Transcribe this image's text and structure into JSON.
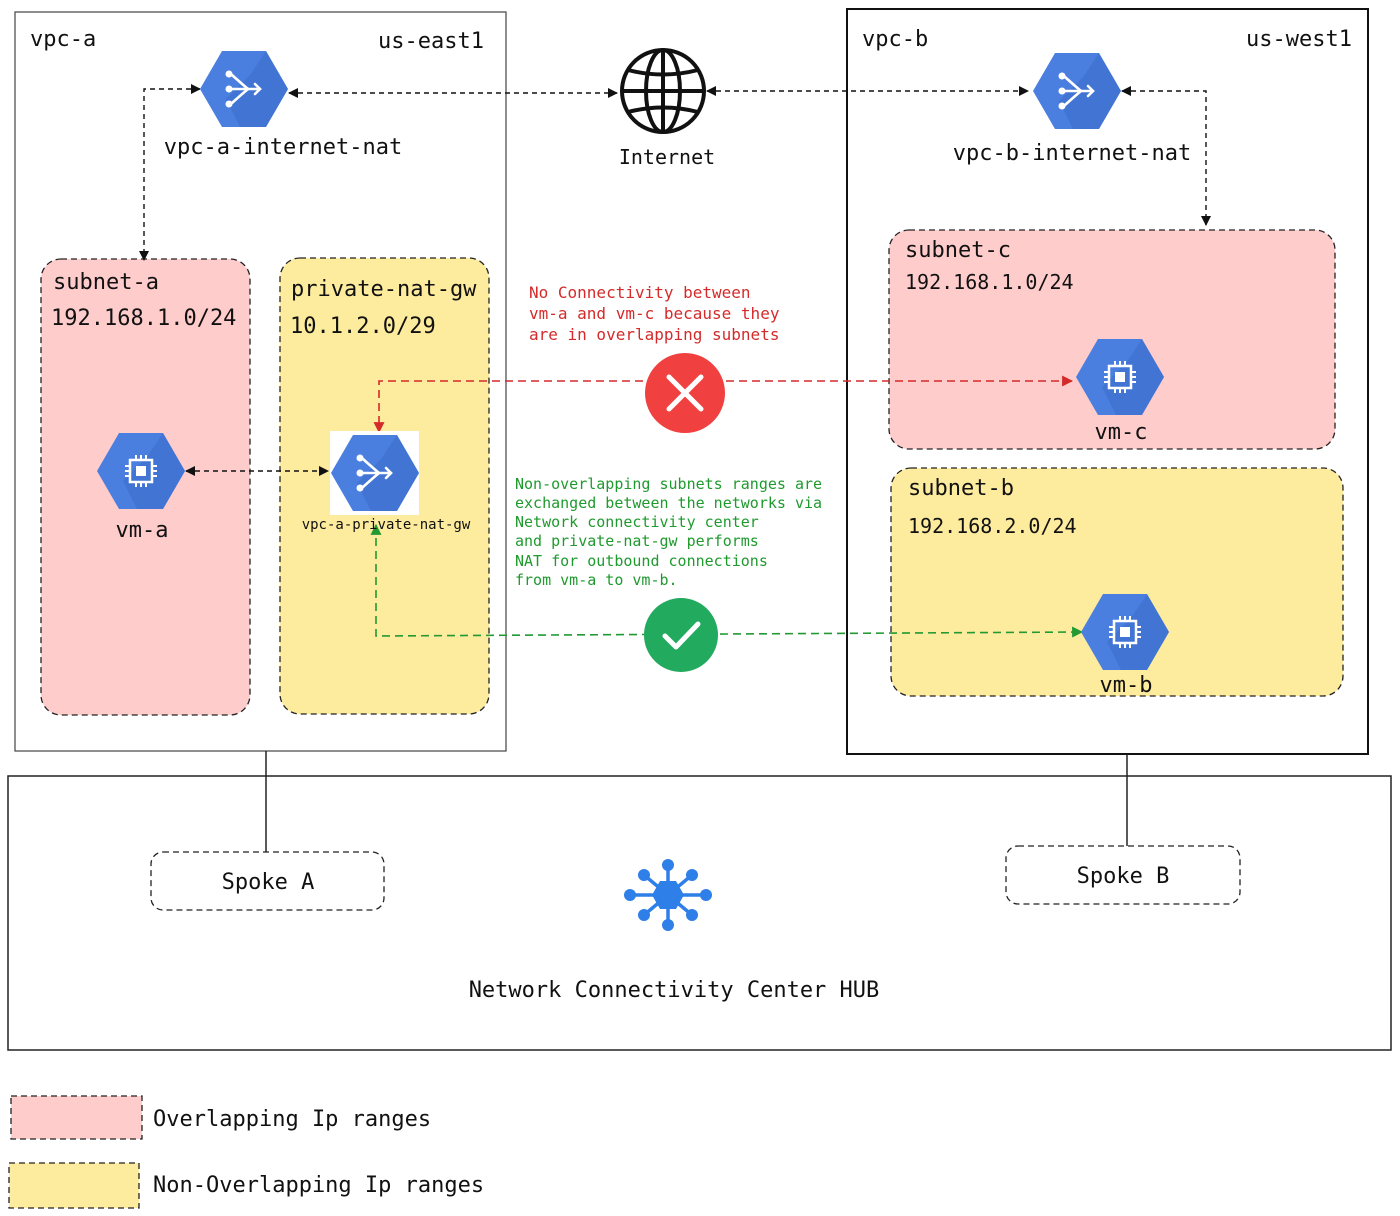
{
  "colors": {
    "overlap_fill": "#ffcccc",
    "nonoverlap_fill": "#fdeb9e",
    "gcp_blue": "#4a7fe0",
    "deny_red": "#f04040",
    "allow_green": "#22aa5e",
    "deny_line": "#d42a2a",
    "allow_line": "#229933"
  },
  "vpc_a": {
    "name": "vpc-a",
    "region": "us-east1"
  },
  "vpc_b": {
    "name": "vpc-b",
    "region": "us-west1"
  },
  "internet": {
    "label": "Internet",
    "icon": "globe-icon"
  },
  "nat_a": {
    "label": "vpc-a-internet-nat",
    "icon": "cloud-nat-icon"
  },
  "nat_b": {
    "label": "vpc-b-internet-nat",
    "icon": "cloud-nat-icon"
  },
  "subnet_a": {
    "name": "subnet-a",
    "cidr": "192.168.1.0/24"
  },
  "private_nat": {
    "name": "private-nat-gw",
    "cidr": "10.1.2.0/29",
    "gateway_label": "vpc-a-private-nat-gw",
    "icon": "cloud-nat-icon"
  },
  "subnet_c": {
    "name": "subnet-c",
    "cidr": "192.168.1.0/24"
  },
  "subnet_b": {
    "name": "subnet-b",
    "cidr": "192.168.2.0/24"
  },
  "vm_a": {
    "label": "vm-a",
    "icon": "compute-engine-icon"
  },
  "vm_b": {
    "label": "vm-b",
    "icon": "compute-engine-icon"
  },
  "vm_c": {
    "label": "vm-c",
    "icon": "compute-engine-icon"
  },
  "notes": {
    "deny": [
      "No Connectivity between",
      "vm-a and vm-c because they",
      "are in overlapping subnets"
    ],
    "allow": [
      "Non-overlapping subnets ranges are",
      "exchanged between the networks via",
      "Network connectivity center",
      "and private-nat-gw performs",
      "NAT for outbound connections",
      "from vm-a to vm-b."
    ]
  },
  "hub": {
    "label": "Network Connectivity Center HUB",
    "icon": "ncc-hub-icon",
    "spoke_a": "Spoke A",
    "spoke_b": "Spoke B"
  },
  "legend": {
    "overlapping": "Overlapping Ip ranges",
    "non_overlapping": "Non-Overlapping Ip ranges"
  }
}
